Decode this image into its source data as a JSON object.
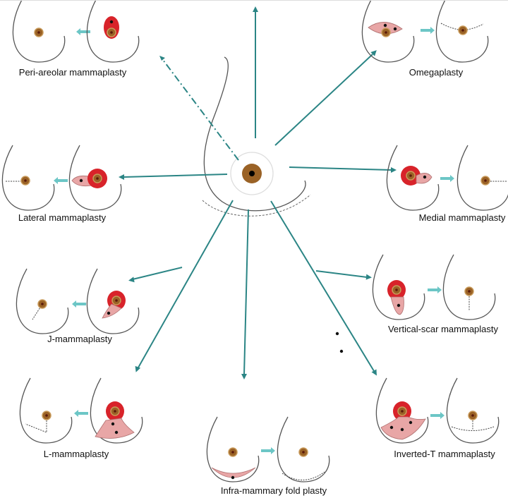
{
  "colors": {
    "line": "#2b8585",
    "arrow": "#6cc6c6",
    "areola": "#9a6226",
    "red": "#d8232a",
    "pink": "#e8a6a6",
    "outline": "#555555"
  },
  "labels": {
    "peri_areolar": "Peri-areolar mammaplasty",
    "omegaplasty": "Omegaplasty",
    "lateral": "Lateral mammaplasty",
    "medial": "Medial mammaplasty",
    "j": "J-mammaplasty",
    "vertical": "Vertical-scar mammaplasty",
    "l": "L-mammaplasty",
    "inverted_t": "Inverted-T mammaplasty",
    "infra": "Infra-mammary fold plasty"
  }
}
